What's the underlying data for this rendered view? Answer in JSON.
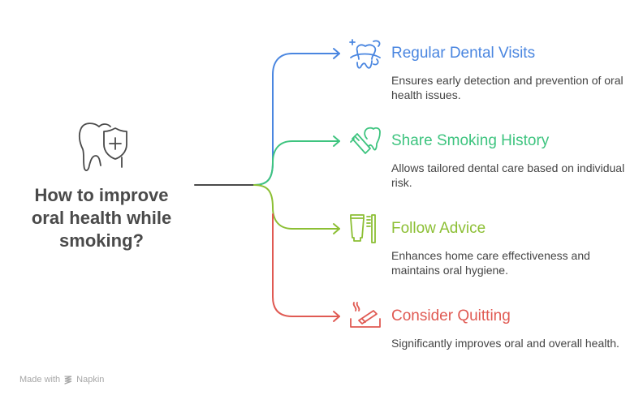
{
  "root": {
    "title": "How to improve oral health while smoking?",
    "title_lines": [
      "How to improve",
      "oral health while",
      "smoking?"
    ],
    "icon": "tooth-shield-plus-icon",
    "color": "#4a4a4a"
  },
  "branches": [
    {
      "title": "Regular Dental Visits",
      "description": "Ensures early detection and prevention of oral health issues.",
      "icon": "tooth-sparkle-floss-icon",
      "color": "#4a86e0"
    },
    {
      "title": "Share Smoking History",
      "description": "Allows tailored dental care based on individual risk.",
      "icon": "tooth-cigarette-icon",
      "color": "#3ec47f"
    },
    {
      "title": "Follow Advice",
      "description": "Enhances home care effectiveness and maintains oral hygiene.",
      "icon": "toothpaste-toothbrush-icon",
      "color": "#8cbf34"
    },
    {
      "title": "Consider Quitting",
      "description": "Significantly improves oral and overall health.",
      "icon": "cigarette-ashtray-icon",
      "color": "#e05a53"
    }
  ],
  "watermark": {
    "prefix": "Made with",
    "brand": "Napkin",
    "icon": "napkin-logo-icon"
  }
}
